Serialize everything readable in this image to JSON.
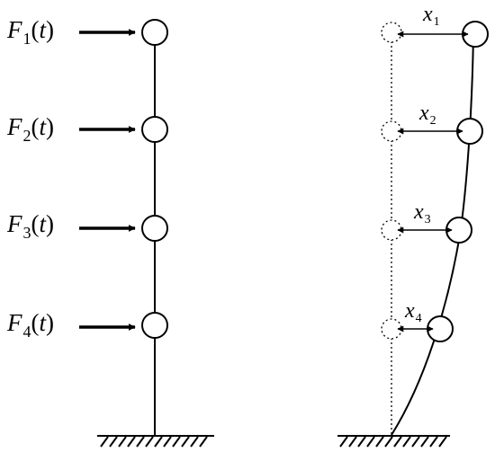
{
  "left_frame": {
    "forces": [
      {
        "symbol": "F",
        "sub": "1",
        "arg": "t"
      },
      {
        "symbol": "F",
        "sub": "2",
        "arg": "t"
      },
      {
        "symbol": "F",
        "sub": "3",
        "arg": "t"
      },
      {
        "symbol": "F",
        "sub": "4",
        "arg": "t"
      }
    ]
  },
  "right_frame": {
    "displacements": [
      {
        "symbol": "x",
        "sub": "1"
      },
      {
        "symbol": "x",
        "sub": "2"
      },
      {
        "symbol": "x",
        "sub": "3"
      },
      {
        "symbol": "x",
        "sub": "4"
      }
    ]
  },
  "colors": {
    "stroke": "#000000",
    "background": "#ffffff"
  }
}
